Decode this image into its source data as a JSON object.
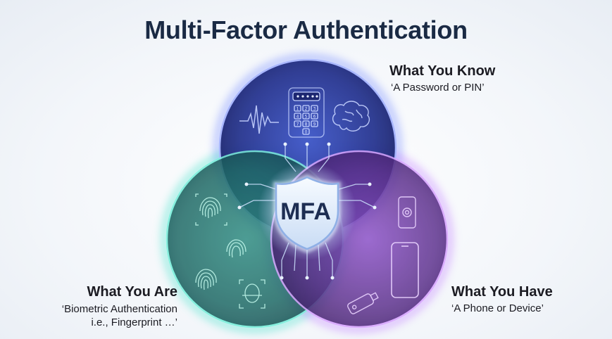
{
  "title": "Multi-Factor Authentication",
  "center_label": "MFA",
  "factors": [
    {
      "heading": "What You Know",
      "subtitle": "‘A Password or PIN’",
      "color": "#3a4fd6"
    },
    {
      "heading": "What You Are",
      "subtitle_line1": "‘Biometric Authentication",
      "subtitle_line2": "i.e., Fingerprint …’",
      "color": "#1fb3a3"
    },
    {
      "heading": "What You Have",
      "subtitle": "‘A Phone or Device’",
      "color": "#9b4fd8"
    }
  ],
  "icons": [
    "keypad-icon",
    "soundwave-icon",
    "brain-icon",
    "fingerprint-icon",
    "face-scan-icon",
    "smartphone-icon",
    "fingerprint-phone-icon",
    "usb-key-icon",
    "shield-icon"
  ],
  "keypad_digits": [
    "1",
    "2",
    "3",
    "4",
    "5",
    "6",
    "7",
    "8",
    "9",
    "0"
  ]
}
